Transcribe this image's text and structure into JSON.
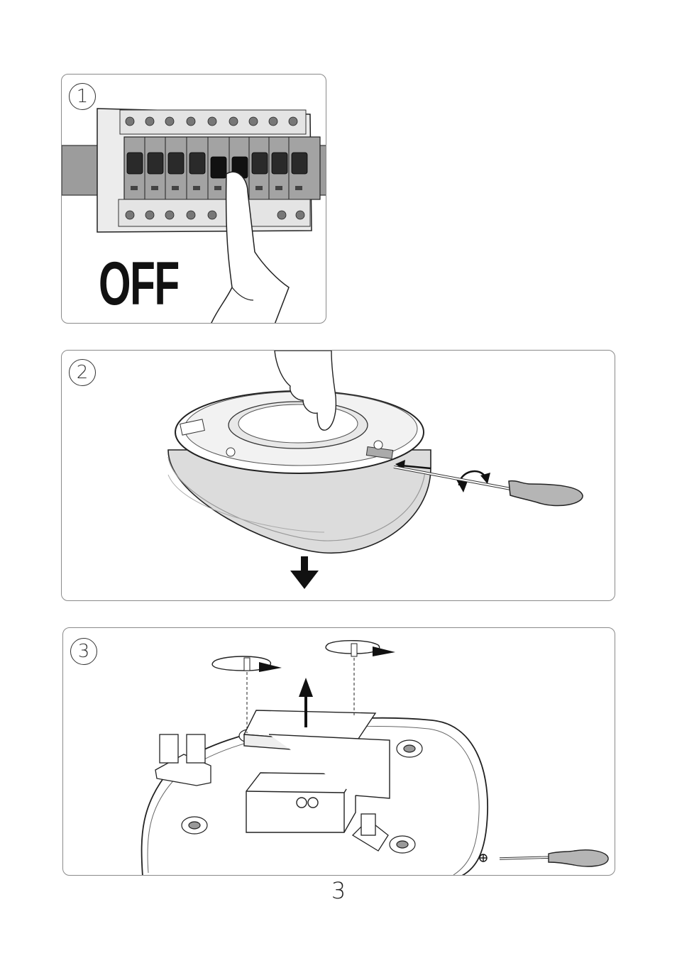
{
  "steps": [
    {
      "number": "1",
      "label": "OFF"
    },
    {
      "number": "2"
    },
    {
      "number": "3"
    }
  ],
  "page_number": "3",
  "icons": [
    "circuit-breaker-panel",
    "hand-pointing",
    "ceiling-luminaire",
    "screwdriver",
    "rotation-arrow",
    "down-arrow",
    "up-arrow",
    "screw",
    "phillips-symbol"
  ],
  "colors": {
    "breaker_body": "#9a9a9a",
    "breaker_dark": "#3a3a3a",
    "diffuser": "#d8d8d8",
    "screwdriver_handle": "#b5b5b5"
  }
}
